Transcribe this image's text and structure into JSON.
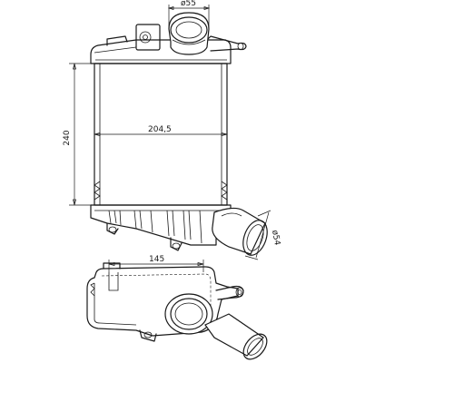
{
  "dimensions": {
    "inlet_diameter": "ø55",
    "height": "240",
    "width": "204,5",
    "outlet_diameter": "ø54",
    "top_view_length": "145"
  },
  "colors": {
    "line": "#1a1a1a",
    "background": "#ffffff"
  }
}
